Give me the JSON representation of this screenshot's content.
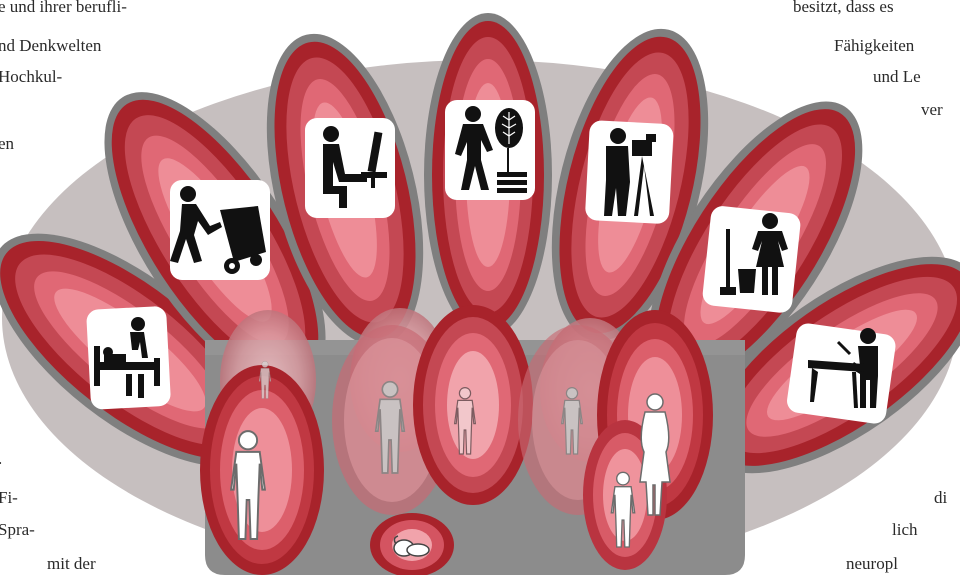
{
  "text_left": [
    "e und ihrer berufli-",
    "nd Denkwelten",
    "Hochkul-",
    "en",
    ".",
    "Fi-",
    "Spra-",
    "mit der"
  ],
  "text_right": [
    "besitzt, dass es",
    "Fähigkeiten",
    "und Le",
    "ver",
    "di",
    "lich",
    "neuropl"
  ],
  "diagram": {
    "petal_icons": [
      "bed-caregiver-icon",
      "stroller-icon",
      "computer-worker-icon",
      "gardener-plant-icon",
      "photographer-tripod-icon",
      "cleaning-woman-icon",
      "xylophone-player-icon"
    ],
    "body_figures": [
      "body-figure-male-front",
      "body-figure-male-faded",
      "body-figure-pink",
      "body-figure-grey",
      "body-figure-female",
      "body-figure-male-small",
      "body-figure-faded-left"
    ],
    "baby_icon": "baby-icon",
    "colors": {
      "oval_bg": "#c6bfbf",
      "platform": "#8a8a8a",
      "petal_outer": "#b0262c",
      "petal_mid": "#c9545d",
      "petal_inner": "#e8707c",
      "petal_rim": "#7a7a7a"
    }
  }
}
